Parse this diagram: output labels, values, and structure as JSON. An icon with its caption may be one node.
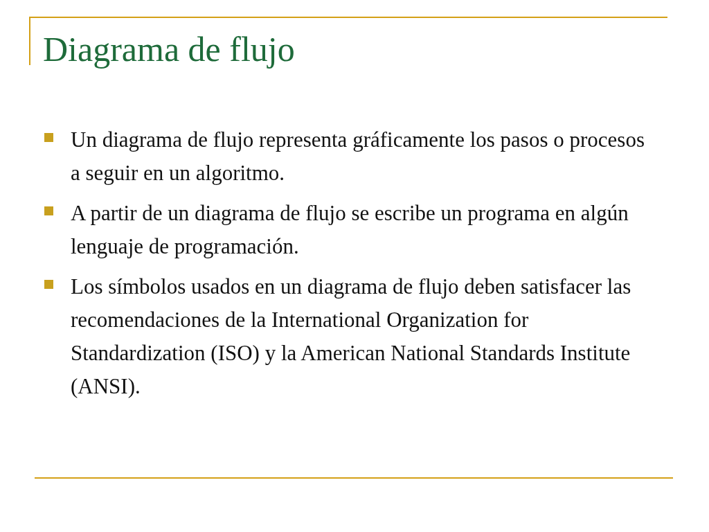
{
  "diagram": {
    "title": "Diagrama de flujo",
    "labels": [
      "Un diagrama de flujo representa gráficamente los pasos o procesos a seguir en un algoritmo.",
      "A partir de un diagrama de flujo se escribe un programa en algún lenguaje de programación.",
      "Los símbolos usados en un diagrama de flujo deben satisfacer las recomendaciones de la International Organization for Standardization (ISO) y la American National Standards Institute (ANSI)."
    ]
  }
}
